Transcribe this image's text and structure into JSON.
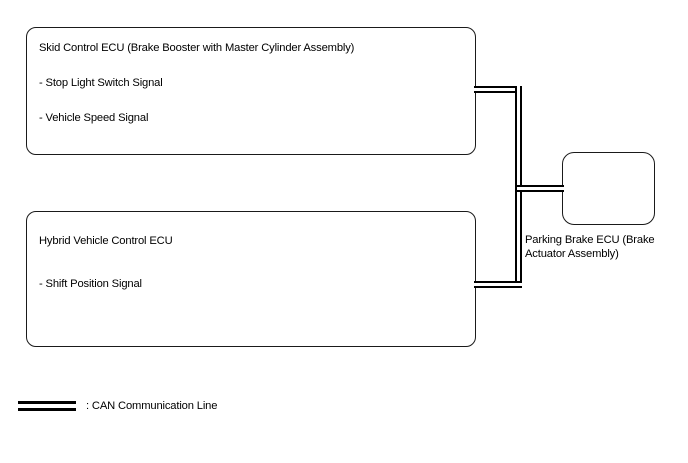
{
  "diagram": {
    "type": "can-communication-system-diagram",
    "boxes": [
      {
        "id": "skid-control-ecu",
        "title": "Skid Control ECU (Brake Booster with Master Cylinder Assembly)",
        "signals": [
          "- Stop Light Switch Signal",
          "- Vehicle Speed Signal"
        ]
      },
      {
        "id": "hybrid-vehicle-control-ecu",
        "title": "Hybrid Vehicle Control ECU",
        "signals": [
          "- Shift Position Signal"
        ]
      },
      {
        "id": "parking-brake-ecu",
        "title": "",
        "external_label_line_1": "Parking Brake ECU (Brake",
        "external_label_line_2": "Actuator Assembly)"
      }
    ],
    "legend": {
      "symbol": "can-line-symbol",
      "text": ": CAN Communication Line"
    },
    "colors": {
      "background": "#ffffff",
      "line": "#000000",
      "box_border": "#1a1a1a",
      "text": "#000000"
    }
  }
}
